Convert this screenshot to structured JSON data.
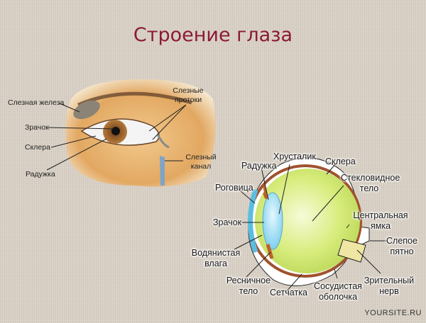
{
  "title": "Строение глаза",
  "external_eye": {
    "labels": {
      "lacrimal_gland": "Слезная железа",
      "pupil": "Зрачок",
      "sclera": "Склера",
      "iris": "Радужка",
      "tear_ducts_1": "Слезные",
      "tear_ducts_2": "протоки",
      "lacrimal_canal_1": "Слезный",
      "lacrimal_canal_2": "канал"
    }
  },
  "cross_section": {
    "labels": {
      "lens": "Хрусталик",
      "iris": "Радужка",
      "sclera": "Склера",
      "cornea": "Роговица",
      "vitreous_1": "Стекловидное",
      "vitreous_2": "тело",
      "pupil": "Зрачок",
      "fovea_1": "Центральная",
      "fovea_2": "ямка",
      "blind_spot_1": "Слепое",
      "blind_spot_2": "пятно",
      "aqueous_1": "Водянистая",
      "aqueous_2": "влага",
      "optic_nerve_1": "Зрительный",
      "optic_nerve_2": "нерв",
      "ciliary_1": "Ресничное",
      "ciliary_2": "тело",
      "retina": "Сетчатка",
      "choroid_1": "Сосудистая",
      "choroid_2": "оболочка"
    }
  },
  "colors": {
    "title": "#8c1a35",
    "background": "#d9d1c6",
    "vitreous": "#d6ec7a",
    "cornea": "#5bbde0",
    "choroid": "#a0522d",
    "skin": "#e8b674"
  },
  "watermark": "YOURSITE.RU"
}
